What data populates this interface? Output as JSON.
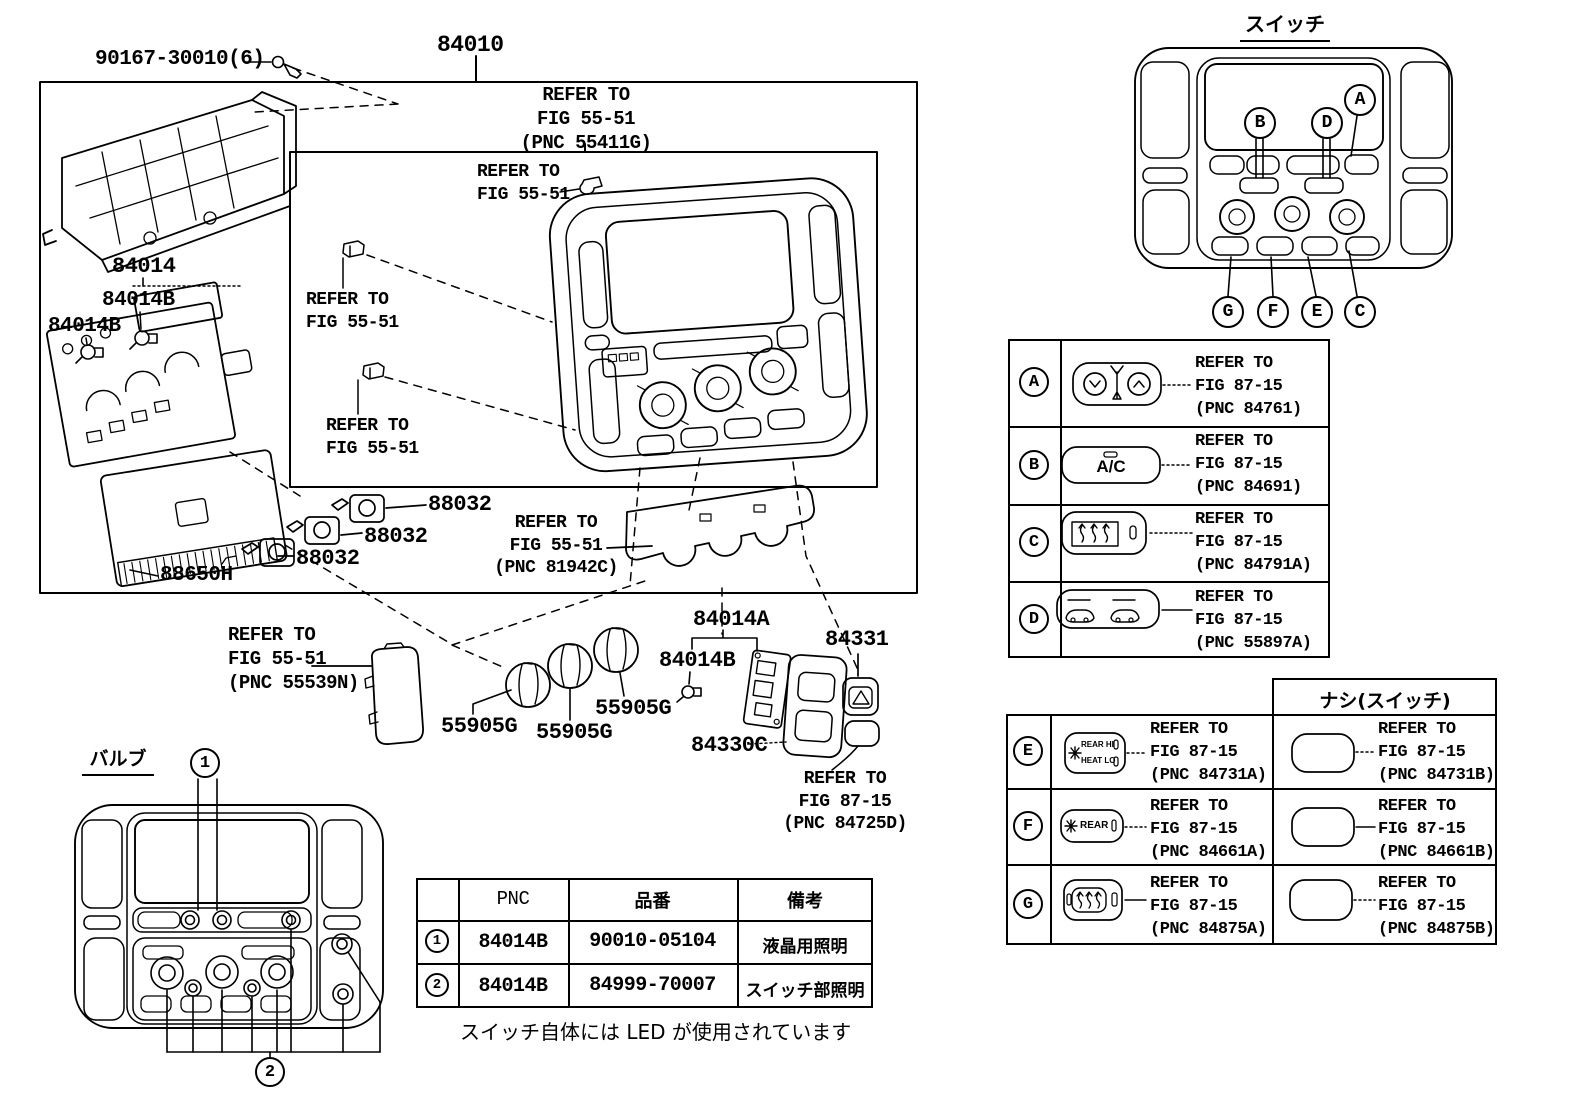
{
  "colors": {
    "ink": "#000000",
    "paper": "#ffffff"
  },
  "diagram": {
    "screw_label": "90167-30010(6)",
    "assembly_label": "84010",
    "labels": {
      "ecu": "84014",
      "bulb_socket_a": "84014B",
      "bulb_socket_b": "84014B",
      "board": "88650H",
      "switch_1": "88032",
      "switch_2": "88032",
      "switch_3": "88032",
      "knob_1": "55905G",
      "knob_2": "55905G",
      "knob_3": "55905G",
      "pcb": "84014A",
      "cluster_bulb": "84014B",
      "hazard_switch": "84331",
      "switch_holder": "84330C"
    },
    "refs": {
      "panel": {
        "l1": "REFER TO",
        "l2": "FIG 55-51",
        "l3": "(PNC 55411G)"
      },
      "clip_top": {
        "l1": "REFER TO",
        "l2": "FIG 55-51"
      },
      "clip_mid": {
        "l1": "REFER TO",
        "l2": "FIG 55-51"
      },
      "clip_low": {
        "l1": "REFER TO",
        "l2": "FIG 55-51"
      },
      "gasket": {
        "l1": "REFER TO",
        "l2": "FIG 55-51",
        "l3": "(PNC 81942C)"
      },
      "trim": {
        "l1": "REFER TO",
        "l2": "FIG 55-51",
        "l3": "(PNC 55539N)"
      },
      "cap": {
        "l1": "REFER TO",
        "l2": "FIG 87-15",
        "l3": "(PNC 84725D)"
      }
    }
  },
  "switch_panel": {
    "title": "スイッチ",
    "callouts": {
      "a": "A",
      "b": "B",
      "c": "C",
      "d": "D",
      "e": "E",
      "f": "F",
      "g": "G"
    }
  },
  "button_table": {
    "rows": [
      {
        "callout": "A",
        "lines": [
          "REFER TO",
          "FIG 87-15",
          "(PNC 84761)"
        ]
      },
      {
        "callout": "B",
        "ac_label": "A/C",
        "lines": [
          "REFER TO",
          "FIG 87-15",
          "(PNC 84691)"
        ]
      },
      {
        "callout": "C",
        "lines": [
          "REFER TO",
          "FIG 87-15",
          "(PNC 84791A)"
        ]
      },
      {
        "callout": "D",
        "lines": [
          "REFER TO",
          "FIG 87-15",
          "(PNC 55897A)"
        ]
      }
    ]
  },
  "variant_table": {
    "header": "ナシ(スイッチ)",
    "rows": [
      {
        "callout": "E",
        "icon_line1": "REAR HI",
        "icon_line2": "HEAT LO",
        "with_switch": [
          "REFER TO",
          "FIG 87-15",
          "(PNC 84731A)"
        ],
        "without_switch": [
          "REFER TO",
          "FIG 87-15",
          "(PNC 84731B)"
        ]
      },
      {
        "callout": "F",
        "icon_line1": "REAR",
        "with_switch": [
          "REFER TO",
          "FIG 87-15",
          "(PNC 84661A)"
        ],
        "without_switch": [
          "REFER TO",
          "FIG 87-15",
          "(PNC 84661B)"
        ]
      },
      {
        "callout": "G",
        "with_switch": [
          "REFER TO",
          "FIG 87-15",
          "(PNC 84875A)"
        ],
        "without_switch": [
          "REFER TO",
          "FIG 87-15",
          "(PNC 84875B)"
        ]
      }
    ]
  },
  "bulb_panel": {
    "title": "バルブ",
    "callout_1": "1",
    "callout_2": "2"
  },
  "parts_table": {
    "headers": {
      "pnc": "PNC",
      "part_no": "品番",
      "remarks": "備考"
    },
    "rows": [
      {
        "no": "1",
        "pnc": "84014B",
        "part_no": "90010-05104",
        "remarks": "液晶用照明"
      },
      {
        "no": "2",
        "pnc": "84014B",
        "part_no": "84999-70007",
        "remarks": "スイッチ部照明"
      }
    ]
  },
  "footnote": "スイッチ自体には LED が使用されています"
}
